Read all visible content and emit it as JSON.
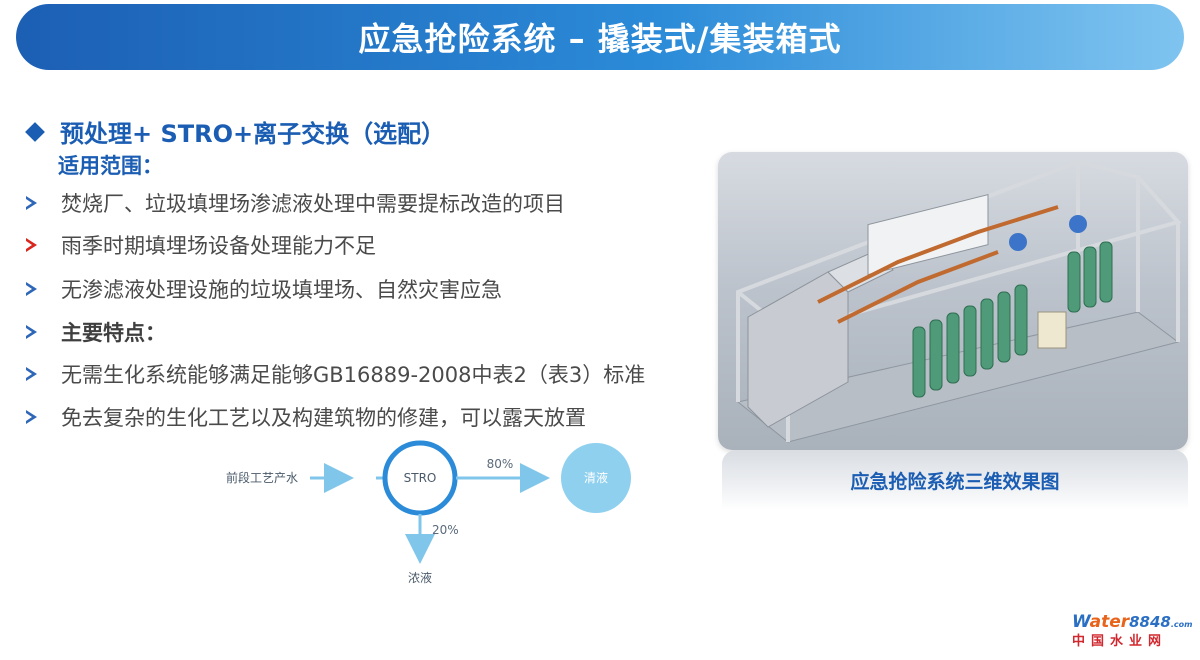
{
  "header": {
    "title": "应急抢险系统 – 撬装式/集装箱式"
  },
  "section": {
    "heading": "预处理+ STRO+离子交换（选配）",
    "subheading": "适用范围：",
    "bullets": [
      {
        "text": "焚烧厂、垃圾填埋场渗滤液处理中需要提标改造的项目",
        "arrow_color": "#2f67b8",
        "bold": false
      },
      {
        "text": "雨季时期填埋场设备处理能力不足",
        "arrow_color": "#d9271f",
        "bold": false
      },
      {
        "text": "无渗滤液处理设施的垃圾填埋场、自然灾害应急",
        "arrow_color": "#2f67b8",
        "bold": false
      },
      {
        "text": "主要特点：",
        "arrow_color": "#2f67b8",
        "bold": true
      },
      {
        "text": "无需生化系统能够满足能够GB16889-2008中表2（表3）标准",
        "arrow_color": "#2f67b8",
        "bold": false
      },
      {
        "text": "免去复杂的生化工艺以及构建筑物的修建，可以露天放置",
        "arrow_color": "#2f67b8",
        "bold": false
      }
    ]
  },
  "flow": {
    "input_label": "前段工艺产水",
    "stro_label": "STRO",
    "permeate_label": "清液",
    "permeate_percent": "80%",
    "concentrate_label": "浓液",
    "concentrate_percent": "20%"
  },
  "figure": {
    "image_icon": "container-3d-render",
    "caption": "应急抢险系统三维效果图"
  },
  "logo": {
    "brand_w": "W",
    "brand_rest": "ater",
    "brand_num": "8848",
    "brand_domain": ".com",
    "brand_cn": "中国水业网"
  },
  "colors": {
    "title_gradient_start": "#1c5fb4",
    "title_gradient_end": "#7fc4f0",
    "accent_blue": "#1a5db3",
    "accent_red": "#d9271f"
  }
}
